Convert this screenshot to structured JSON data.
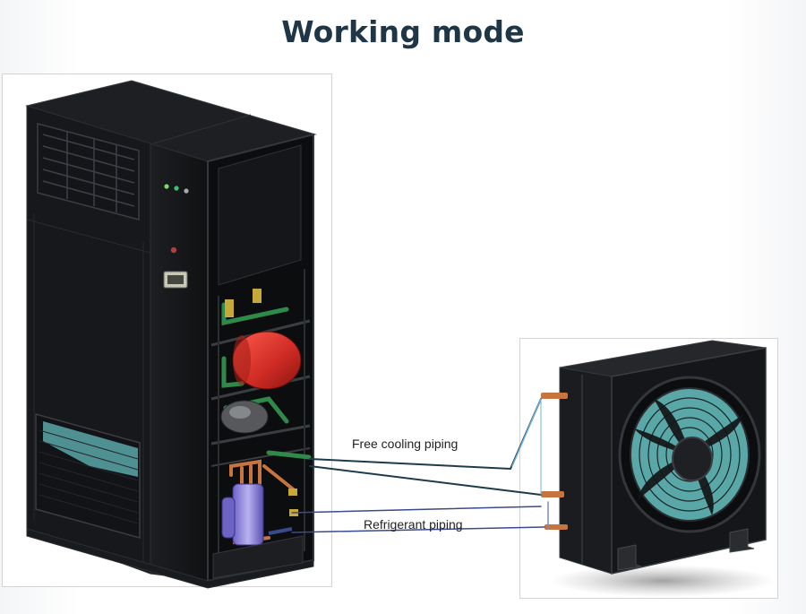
{
  "title": "Working mode",
  "labels": {
    "free_cooling": "Free cooling piping",
    "refrigerant": "Refrigerant piping"
  },
  "components": {
    "indoor_unit": "precision-air-conditioner-cabinet",
    "outdoor_unit": "air-cooled-condenser-with-fan"
  },
  "colors": {
    "title": "#1e3646",
    "free_cooling_pipe": "#1c3b4c",
    "refrigerant_pipe": "#3a4a8c",
    "pipe_highlight": "#6fb3d6",
    "coil": "#5aa7a8",
    "tank": "#cc2a23"
  }
}
